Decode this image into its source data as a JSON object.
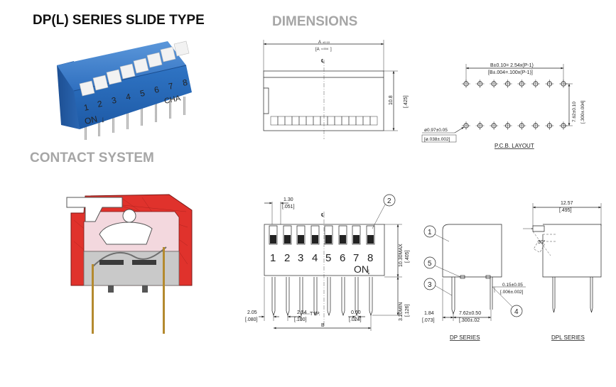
{
  "titles": {
    "main": "DP(L) SERIES SLIDE TYPE",
    "dimensions": "DIMENSIONS",
    "contact": "CONTACT SYSTEM"
  },
  "photo": {
    "numbers": [
      "1",
      "2",
      "3",
      "4",
      "5",
      "6",
      "7",
      "8"
    ],
    "on_label": "ON",
    "cha_label": "CHA",
    "body_color": "#2f74c4"
  },
  "contact_colors": {
    "housing": "#e0322c",
    "inner": "#f3d8de",
    "base": "#c9c9c9"
  },
  "top_view": {
    "width_label": "A",
    "width_sub": "±0.10",
    "width_inch": "[A",
    "width_inch_sub": "±.004",
    "width_inch_close": "]",
    "height_mm": "10.8",
    "height_in": "[.425]"
  },
  "pcb": {
    "pitch_mm": "B±0.10= 2.54x(P-1)",
    "pitch_in": "[B±.004=.100x(P-1)]",
    "row_mm": "7.62±0.10",
    "row_in": "[.300±.004]",
    "hole_mm": "ø0.97±0.05",
    "hole_in": "[ø.038±.002]",
    "caption": "P.C.B. LAYOUT"
  },
  "front_view": {
    "top_mm": "1.30",
    "top_in": "[.051]",
    "numbers": [
      "1",
      "2",
      "3",
      "4",
      "5",
      "6",
      "7",
      "8"
    ],
    "on_label": "ON",
    "height_mm": "10.30MAX",
    "height_in": "[.405]",
    "pin_mm": "3.20MIN",
    "pin_in": "[.126]",
    "left_mm": "2.05",
    "left_in": "[.080]",
    "pitch_mm": "2.54",
    "pitch_typ": "TYP.",
    "pitch_in": "[.100]",
    "pin_w_mm": "0.60",
    "pin_w_in": "[.024]",
    "span_label": "B",
    "callout": "2"
  },
  "dp_view": {
    "callouts": [
      "1",
      "5",
      "3",
      "4"
    ],
    "pin_w_mm": "1.84",
    "pin_w_in": "[.073]",
    "row_mm": "7.62±0.50",
    "row_in": "[.300±.02",
    "lead_mm": "0.15±0.05",
    "lead_in": "[.006±.002]",
    "caption": "DP SERIES"
  },
  "dpl_view": {
    "width_mm": "12.57",
    "width_in": "[.495]",
    "angle": "30°",
    "caption": "DPL SERIES"
  }
}
